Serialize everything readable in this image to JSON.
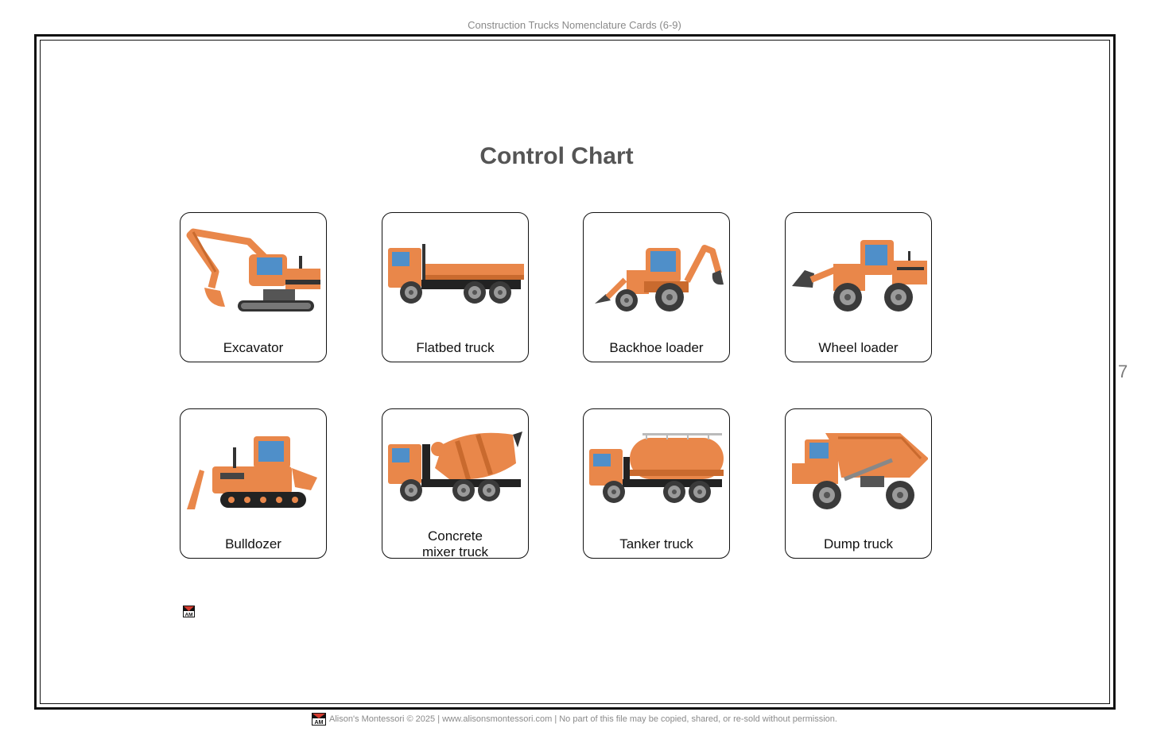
{
  "header": {
    "title": "Construction Trucks Nomenclature Cards (6-9)"
  },
  "page": {
    "title": "Control Chart",
    "number": "7"
  },
  "cards": [
    {
      "label": "Excavator",
      "icon": "excavator-icon"
    },
    {
      "label": "Flatbed truck",
      "icon": "flatbed-truck-icon"
    },
    {
      "label": "Backhoe loader",
      "icon": "backhoe-loader-icon"
    },
    {
      "label": "Wheel loader",
      "icon": "wheel-loader-icon"
    },
    {
      "label": "Bulldozer",
      "icon": "bulldozer-icon"
    },
    {
      "label": "Concrete mixer truck",
      "icon": "concrete-mixer-truck-icon"
    },
    {
      "label": "Tanker truck",
      "icon": "tanker-truck-icon"
    },
    {
      "label": "Dump truck",
      "icon": "dump-truck-icon"
    }
  ],
  "footer": {
    "text": "Alison's Montessori © 2025 | www.alisonsmontessori.com | No part of this file may be copied, shared, or re-sold without permission."
  },
  "logo": {
    "initials": "AM"
  },
  "colors": {
    "orange": "#e9874a",
    "dark_orange": "#c96a2e",
    "cab_blue": "#4f8fc9",
    "tire": "#3a3a3a",
    "hub": "#9a9a9a"
  }
}
